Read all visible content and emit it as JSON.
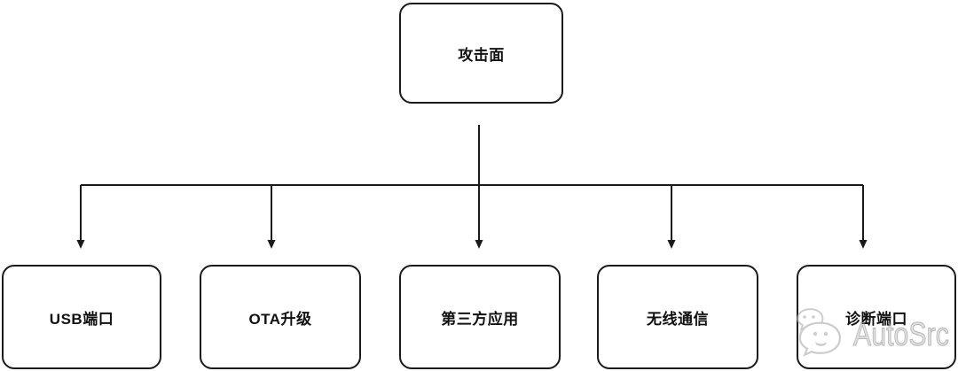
{
  "diagram": {
    "root": {
      "label": "攻击面"
    },
    "children": [
      {
        "label": "USB端口"
      },
      {
        "label": "OTA升级"
      },
      {
        "label": "第三方应用"
      },
      {
        "label": "无线通信"
      },
      {
        "label": "诊断端口"
      }
    ],
    "colors": {
      "line": "#1a1a1a",
      "box_border": "#1a1a1a",
      "box_fill": "#ffffff",
      "text": "#111111"
    }
  },
  "watermark": {
    "text": "AutoSrc",
    "icon": "wechat-icon",
    "color": "#bdbdbd"
  }
}
